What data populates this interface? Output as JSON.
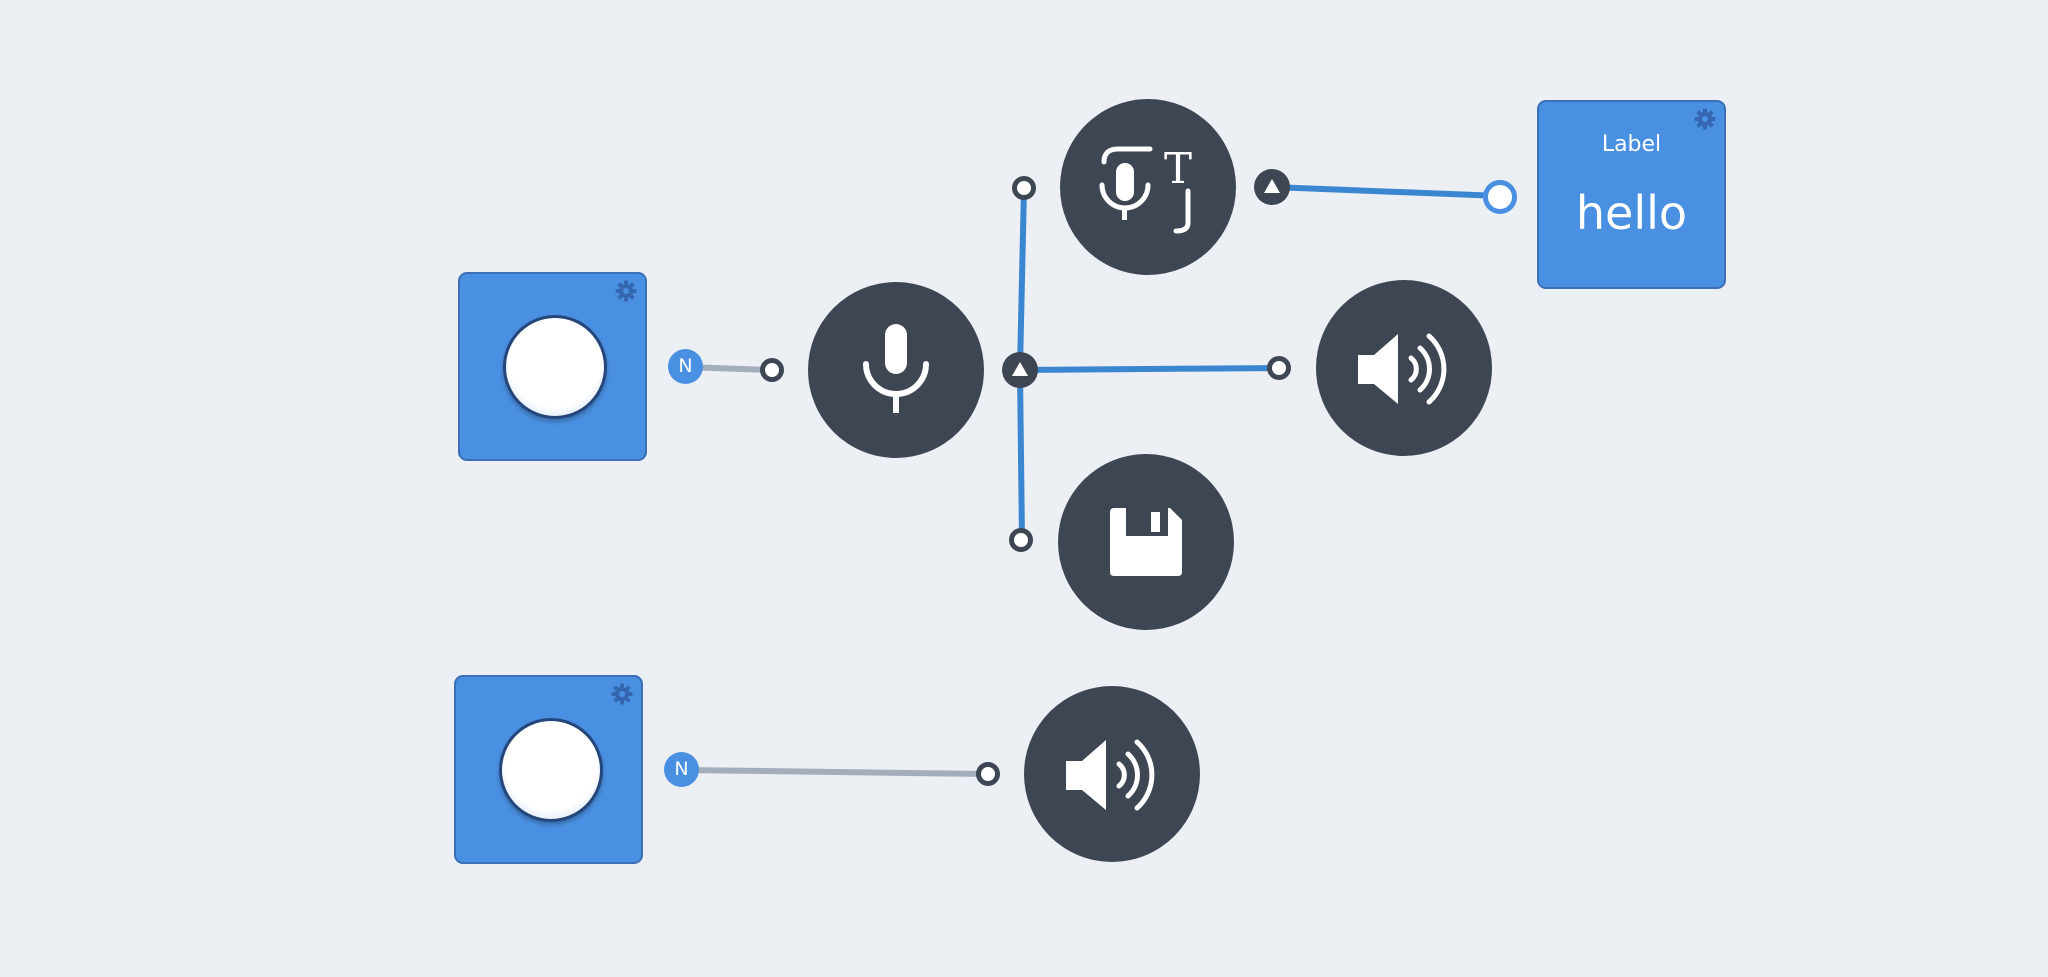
{
  "colors": {
    "background": "#eceff3",
    "block": "#4a90e2",
    "node": "#3f4653",
    "wire_active": "#3a86d0",
    "wire_inactive": "#a4adba"
  },
  "button_block_1": {
    "gear_icon": "gear-icon",
    "button_icon": "push-button",
    "output_port": "N"
  },
  "button_block_2": {
    "gear_icon": "gear-icon",
    "button_icon": "push-button",
    "output_port": "N"
  },
  "microphone_node": {
    "icon": "microphone-icon"
  },
  "speech_to_text_node": {
    "icon": "speech-to-text-icon"
  },
  "speaker_node_1": {
    "icon": "speaker-icon"
  },
  "speaker_node_2": {
    "icon": "speaker-icon"
  },
  "save_node": {
    "icon": "floppy-disk-icon"
  },
  "label_block": {
    "title": "Label",
    "value": "hello",
    "gear_icon": "gear-icon"
  }
}
